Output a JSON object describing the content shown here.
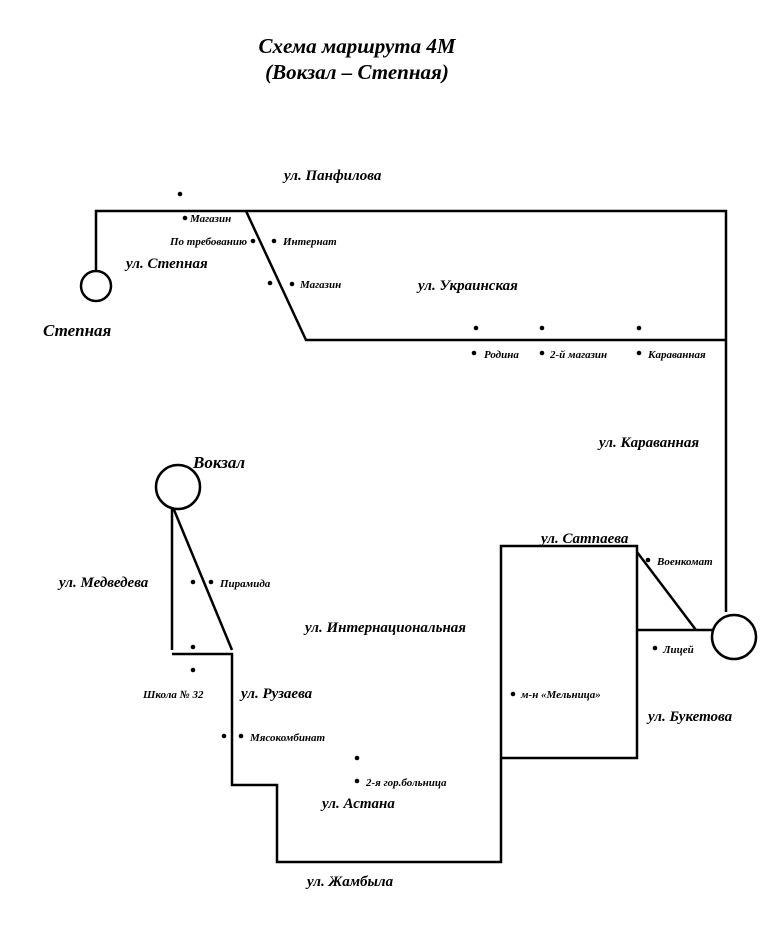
{
  "title": {
    "line1": "Схема маршрута 4М",
    "line2": "(Вокзал – Степная)"
  },
  "terminals": {
    "stepnaya": "Степная",
    "vokzal": "Вокзал"
  },
  "streets": {
    "panfilova": "ул. Панфилова",
    "stepnaya": "ул. Степная",
    "ukrainskaya": "ул. Украинская",
    "karavannaya": "ул. Караванная",
    "satpaeva": "ул. Сатпаева",
    "medvedeva": "ул. Медведева",
    "internatsionalnaya": "ул. Интернациональная",
    "ruzaeva": "ул. Рузаева",
    "buketova": "ул. Букетова",
    "astana": "ул. Астана",
    "zhambyla": "ул. Жамбыла"
  },
  "stops": {
    "magazin_1": "Магазин",
    "po_trebovaniyu": "По требованию",
    "internat": "Интернат",
    "magazin_2": "Магазин",
    "rodina": "Родина",
    "magazin_2y": "2-й магазин",
    "karavannaya": "Караванная",
    "voenkomat": "Военкомат",
    "litsey": "Лицей",
    "piramida": "Пирамида",
    "shkola_32": "Школа № 32",
    "myasokombinat": "Мясокомбинат",
    "gor_bolnitsa_2": "2-я гор.больница",
    "melnitsa": "м-н «Мельница»"
  }
}
